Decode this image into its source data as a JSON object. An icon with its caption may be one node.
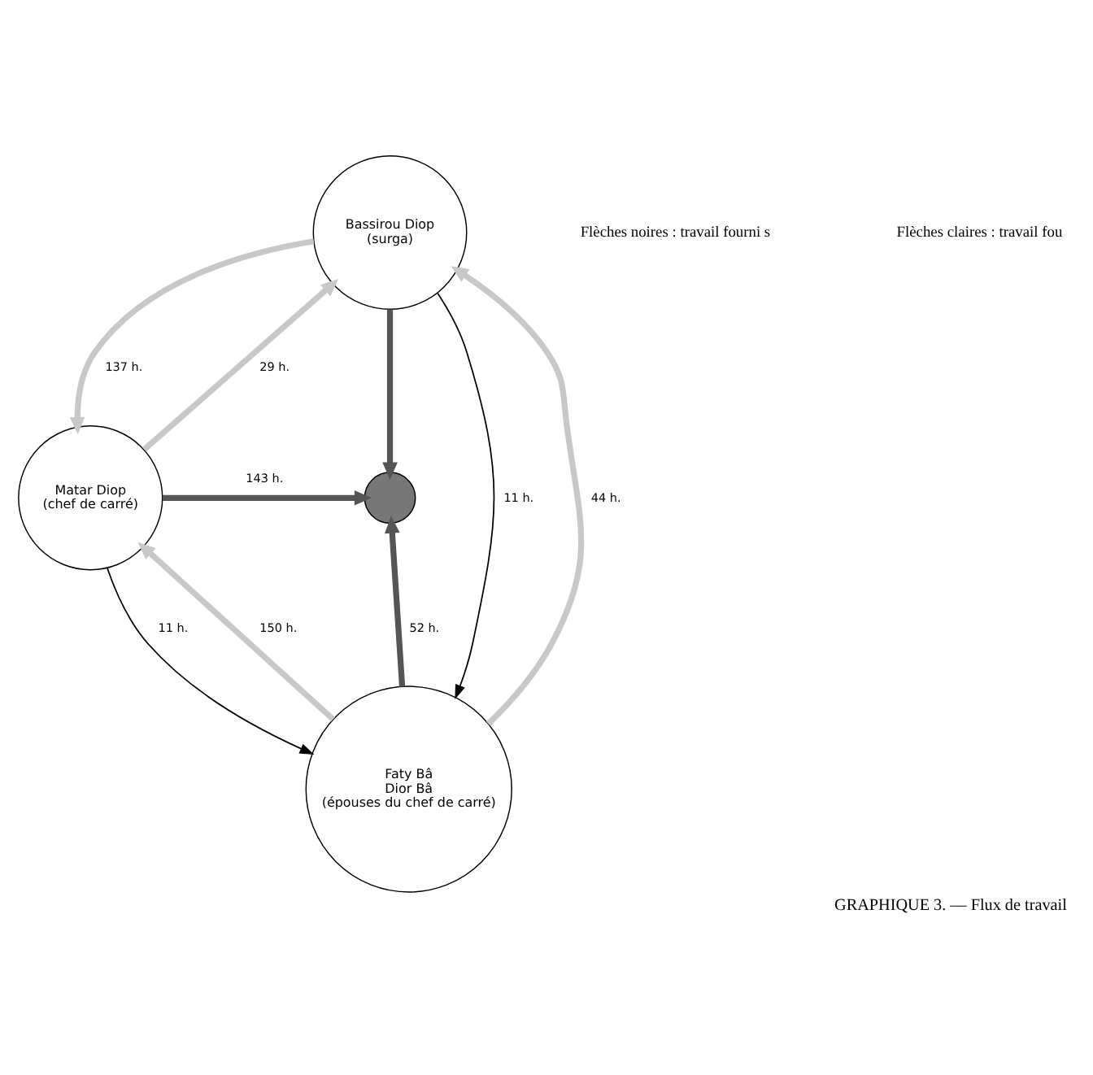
{
  "diagram": {
    "caption": "GRAPHIQUE 3. — Flux de travail",
    "nodes": [
      {
        "text": [
          "Bassirou Diop",
          "(surga)"
        ]
      },
      {
        "text": [
          "Matar Diop",
          "(chef de carré)"
        ]
      },
      {
        "text": [],
        "shape": "circle"
      },
      {
        "text": [
          "Faty Bâ",
          "Dior Bâ",
          "(épouses du chef de carré)"
        ]
      }
    ],
    "edges": [
      {
        "from": 0,
        "to": 1,
        "arrow": "to",
        "label": "137 h."
      },
      {
        "from": 1,
        "to": 0,
        "arrow": "to",
        "label": "29 h."
      },
      {
        "from": 0,
        "to": 2,
        "arrow": "to",
        "color": "#555555"
      },
      {
        "from": 1,
        "to": 2,
        "arrow": "to",
        "label": "143 h.",
        "color": "#555555"
      },
      {
        "from": 3,
        "to": 2,
        "arrow": "to",
        "label": "52 h.",
        "color": "#555555"
      },
      {
        "from": 0,
        "to": 3,
        "arrow": "to",
        "label": "11 h.",
        "color": "#000000"
      },
      {
        "from": 3,
        "to": 0,
        "arrow": "to",
        "label": "44 h."
      },
      {
        "from": 3,
        "to": 1,
        "arrow": "to",
        "label": "150 h."
      },
      {
        "from": 1,
        "to": 3,
        "arrow": "to",
        "label": "11 h.",
        "color": "#000000"
      }
    ],
    "labels": [
      "Flèches noires : travail fourni s",
      "Flèches claires : travail fou"
    ]
  }
}
